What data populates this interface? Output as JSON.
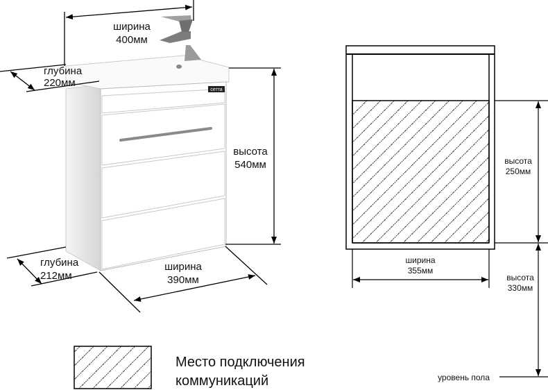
{
  "product_view": {
    "top_width": {
      "label": "ширина",
      "value": "400мм"
    },
    "top_depth": {
      "label": "глубина",
      "value": "220мм"
    },
    "height": {
      "label": "высота",
      "value": "540мм"
    },
    "bottom_depth": {
      "label": "глубина",
      "value": "212мм"
    },
    "bottom_width": {
      "label": "ширина",
      "value": "390мм"
    },
    "brand_badge": "сетта"
  },
  "schematic": {
    "zone_height": {
      "label": "высота",
      "value": "250мм"
    },
    "zone_width": {
      "label": "ширина",
      "value": "355мм"
    },
    "floor_height": {
      "label": "высота",
      "value": "330мм"
    },
    "floor_label": "уровень пола"
  },
  "legend": {
    "line1": "Место подключения",
    "line2": "коммуникаций"
  },
  "colors": {
    "line": "#000000",
    "cabinet": "#ffffff",
    "shade": "#d9d9d9",
    "chrome": "#8a8a8a"
  }
}
